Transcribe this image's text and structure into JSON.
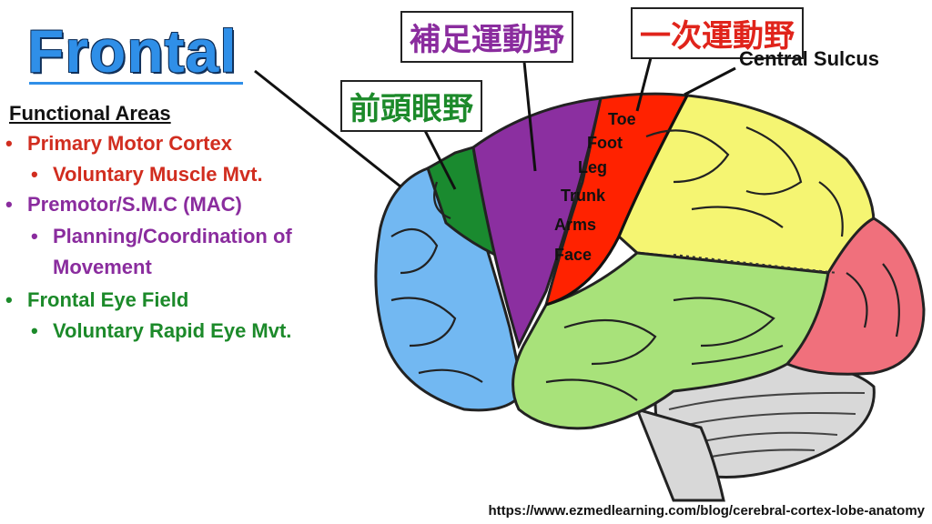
{
  "title": "Frontal",
  "functional_heading": "Functional Areas",
  "items": [
    {
      "text": "Primary Motor Cortex",
      "level": 0,
      "color": "#d12d1f"
    },
    {
      "text": "Voluntary Muscle Mvt.",
      "level": 1,
      "color": "#d12d1f"
    },
    {
      "text": "Premotor/S.M.C (MAC)",
      "level": 0,
      "color": "#8a2c9e"
    },
    {
      "text": "Planning/Coordination of",
      "level": 1,
      "color": "#8a2c9e"
    },
    {
      "text": "Movement",
      "level": 1,
      "color": "#8a2c9e"
    },
    {
      "text": "Frontal Eye Field",
      "level": 0,
      "color": "#1c8a2a"
    },
    {
      "text": "Voluntary Rapid Eye Mvt.",
      "level": 1,
      "color": "#1c8a2a"
    }
  ],
  "labels": {
    "supplementary_motor": "補足運動野",
    "primary_motor": "一次運動野",
    "frontal_eye": "前頭眼野",
    "central_sulcus": "Central Sulcus"
  },
  "body_parts": [
    "Toe",
    "Foot",
    "Leg",
    "Trunk",
    "Arms",
    "Face"
  ],
  "url": "https://www.ezmedlearning.com/blog/cerebral-cortex-lobe-anatomy",
  "colors": {
    "frontal": "#72b8f2",
    "frontal_eye_field": "#1a8a2f",
    "premotor": "#8b2fa0",
    "primary_motor": "#ff2200",
    "parietal": "#f5f572",
    "temporal": "#a8e27a",
    "occipital": "#f0707c",
    "cerebellum": "#d8d8d8"
  }
}
